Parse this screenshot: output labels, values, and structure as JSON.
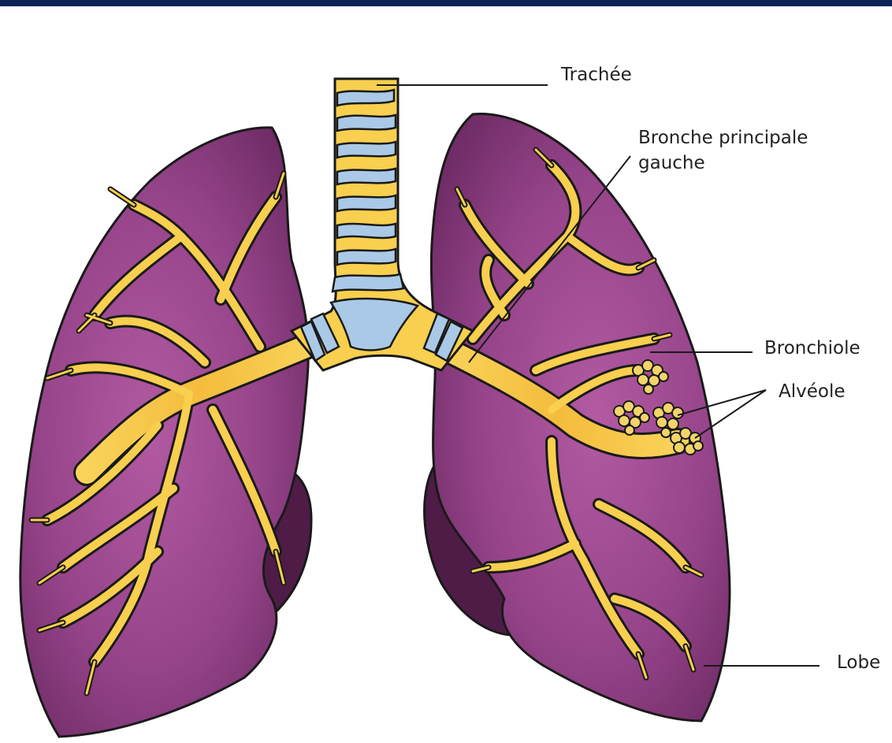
{
  "labels": {
    "trachea": "Trachée",
    "main_bronchus_line1": "Bronche principale",
    "main_bronchus_line2": "gauche",
    "bronchiole": "Bronchiole",
    "alveolus": "Alvéole",
    "lobe": "Lobe"
  },
  "colors": {
    "top_bar": "#0c2456",
    "lung": "#8f3f83",
    "lung_shadow": "#4e1c47",
    "bronchi": "#f8cf4e",
    "cartilage": "#a9c9e6",
    "outline": "#1a1a1a"
  }
}
